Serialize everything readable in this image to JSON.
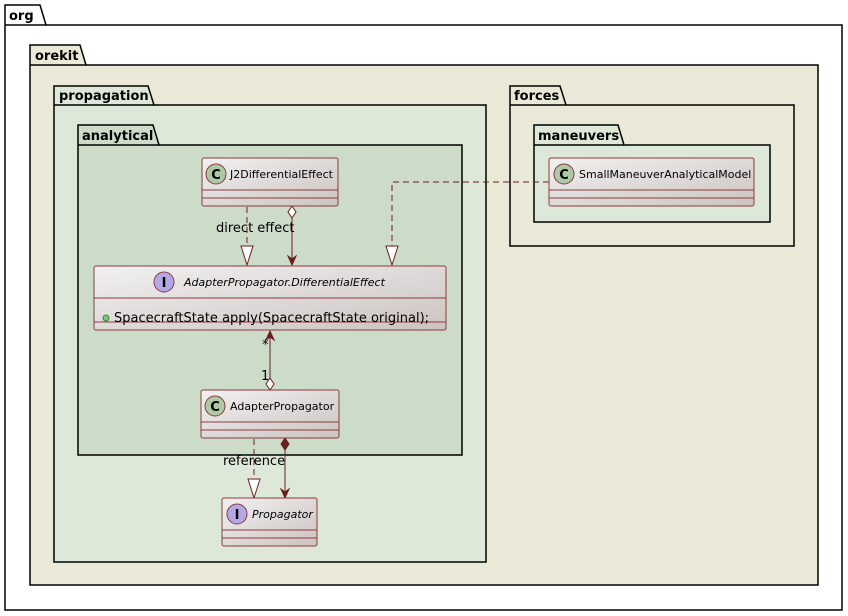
{
  "diagram": {
    "type": "uml-class-diagram",
    "colors": {
      "page_background": "#ffffff",
      "org_fill": "#ffffff",
      "orekit_fill": "#eae8d6",
      "propagation_fill": "#dee8d8",
      "analytical_fill": "#cddcc8",
      "forces_fill": "#eae8d6",
      "maneuvers_fill": "#dee8d8",
      "class_fill_start": "#f1f1f1",
      "class_fill_end": "#ccc3c0",
      "class_border": "#8a3c3c",
      "class_badge": "#adc8a4",
      "interface_badge": "#b4a7e5",
      "edge": "#6b1e1e",
      "member_public": "#84be84"
    },
    "packages": {
      "org": "org",
      "orekit": "orekit",
      "propagation": "propagation",
      "analytical": "analytical",
      "forces": "forces",
      "maneuvers": "maneuvers"
    },
    "classes": {
      "j2": {
        "name": "J2DifferentialEffect",
        "kind": "class",
        "badge": "C"
      },
      "differential_effect": {
        "name": "AdapterPropagator.DifferentialEffect",
        "kind": "interface",
        "badge": "I"
      },
      "adapter": {
        "name": "AdapterPropagator",
        "kind": "class",
        "badge": "C"
      },
      "propagator": {
        "name": "Propagator",
        "kind": "interface",
        "badge": "I"
      },
      "small_maneuver": {
        "name": "SmallManeuverAnalyticalModel",
        "kind": "class",
        "badge": "C"
      }
    },
    "members": {
      "differential_effect_apply": "SpacecraftState apply(SpacecraftState original);"
    },
    "edge_labels": {
      "j2_implements": "direct effect",
      "multiplicity_many": "*",
      "multiplicity_one": "1",
      "adapter_implements": "reference"
    },
    "relations": [
      {
        "from": "j2",
        "to": "differential_effect",
        "type": "realization"
      },
      {
        "from": "j2",
        "to": "differential_effect",
        "type": "aggregation"
      },
      {
        "from": "small_maneuver",
        "to": "differential_effect",
        "type": "realization"
      },
      {
        "from": "adapter",
        "to": "differential_effect",
        "type": "aggregation"
      },
      {
        "from": "adapter",
        "to": "propagator",
        "type": "realization"
      },
      {
        "from": "adapter",
        "to": "propagator",
        "type": "composition"
      }
    ]
  }
}
